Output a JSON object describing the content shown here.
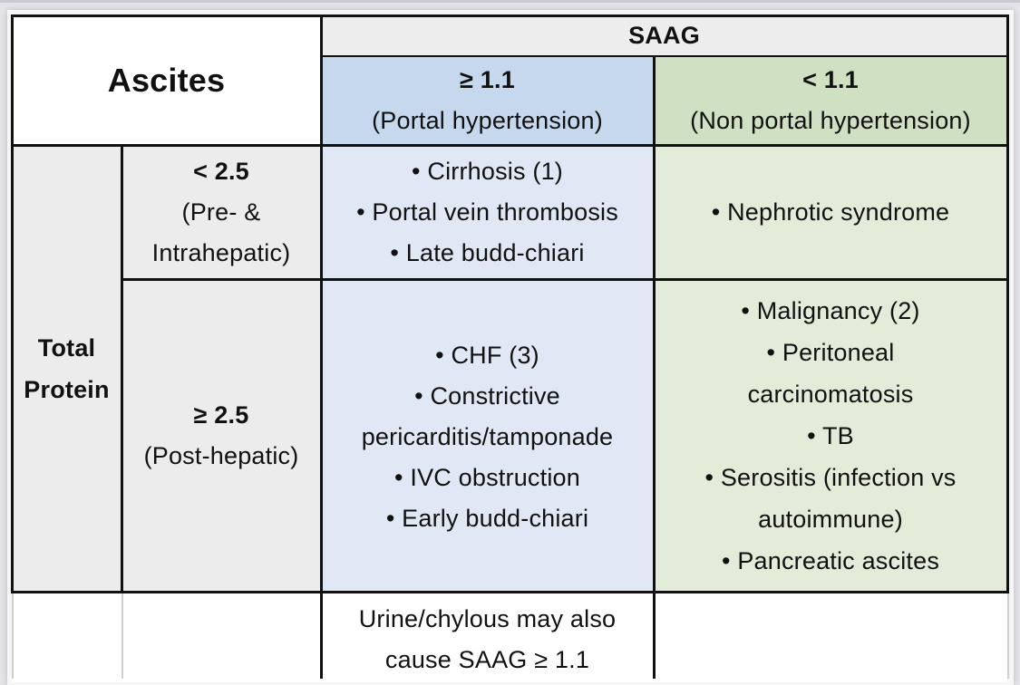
{
  "table": {
    "corner_label": "Ascites",
    "saag_header": "SAAG",
    "columns": [
      {
        "value": "≥ 1.1",
        "description": "(Portal hypertension)",
        "header_color": "#c5d8ee",
        "body_color": "#dfe8f4"
      },
      {
        "value": "< 1.1",
        "description": "(Non portal hypertension)",
        "header_color": "#cfe1c2",
        "body_color": "#e3ebd9"
      }
    ],
    "row_group_label_line1": "Total",
    "row_group_label_line2": "Protein",
    "rows": [
      {
        "value": "< 2.5",
        "description_line1": "(Pre- &",
        "description_line2": "Intrahepatic)",
        "portal_htn": [
          "• Cirrhosis (1)",
          "• Portal vein thrombosis",
          "• Late budd-chiari"
        ],
        "non_portal_htn": [
          "• Nephrotic syndrome"
        ]
      },
      {
        "value": "≥ 2.5",
        "description_line1": "(Post-hepatic)",
        "portal_htn": [
          "• CHF (3)",
          "• Constrictive",
          "pericarditis/tamponade",
          "• IVC obstruction",
          "• Early budd-chiari"
        ],
        "non_portal_htn": [
          "• Malignancy (2)",
          "• Peritoneal",
          "carcinomatosis",
          "• TB",
          "• Serositis (infection vs",
          "autoimmune)",
          "• Pancreatic ascites"
        ]
      }
    ],
    "footnote_line1": "Urine/chylous may also",
    "footnote_line2": "cause SAAG ≥ 1.1",
    "colors": {
      "header_gray": "#ededed",
      "left_gray": "#ececec",
      "border": "#111111"
    }
  }
}
